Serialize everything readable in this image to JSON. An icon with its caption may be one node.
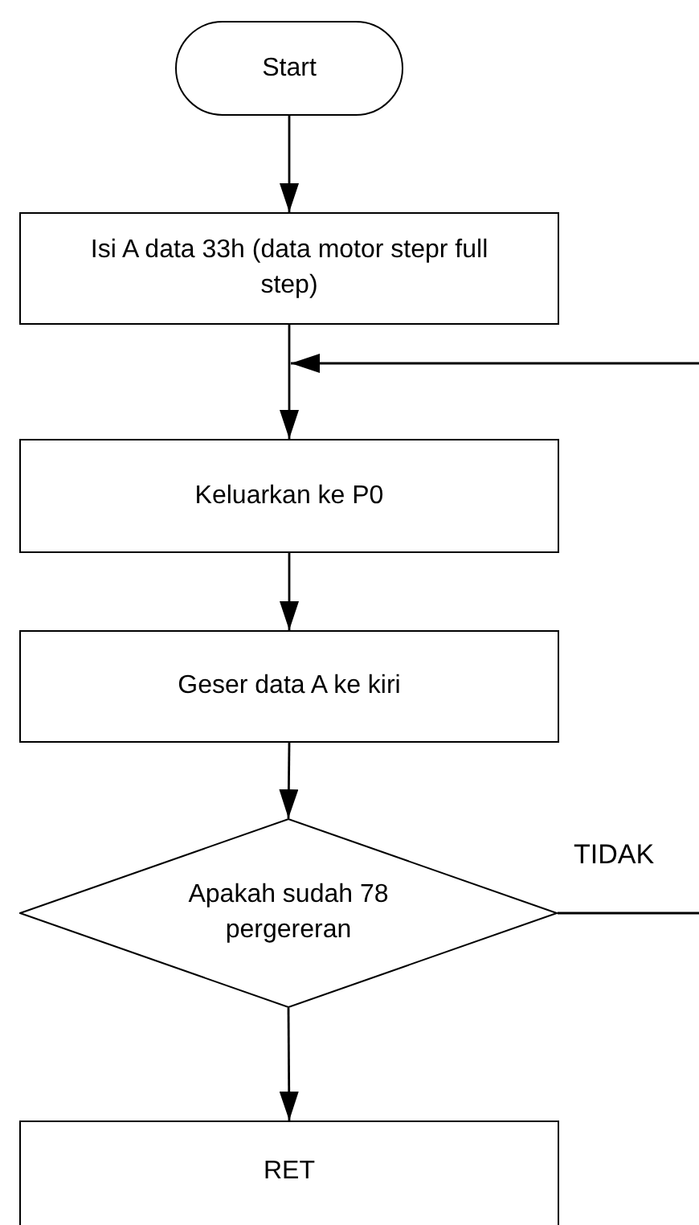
{
  "diagram": {
    "nodes": [
      {
        "text": [
          "Start"
        ]
      },
      {
        "text": [
          "Isi A data 33h (data motor stepr full step)"
        ]
      },
      {
        "text": [
          "Keluarkan ke P0"
        ]
      },
      {
        "text": [
          "Geser data A ke kiri"
        ]
      },
      {
        "text": [
          "Apakah sudah 78 pergereran"
        ]
      },
      {
        "text": [
          "RET"
        ]
      }
    ],
    "edges": [
      {
        "from": 0,
        "to": 1,
        "arrow": "to"
      },
      {
        "from": 1,
        "to": 2,
        "arrow": "to"
      },
      {
        "from": null,
        "to": 2,
        "arrow": "to"
      },
      {
        "from": 2,
        "to": 3,
        "arrow": "to"
      },
      {
        "from": 3,
        "to": 4,
        "arrow": "to"
      },
      {
        "from": 4,
        "to": 5,
        "arrow": "to"
      },
      {
        "from": 4,
        "to": null,
        "arrow": "none",
        "label": "TIDAK"
      }
    ]
  }
}
